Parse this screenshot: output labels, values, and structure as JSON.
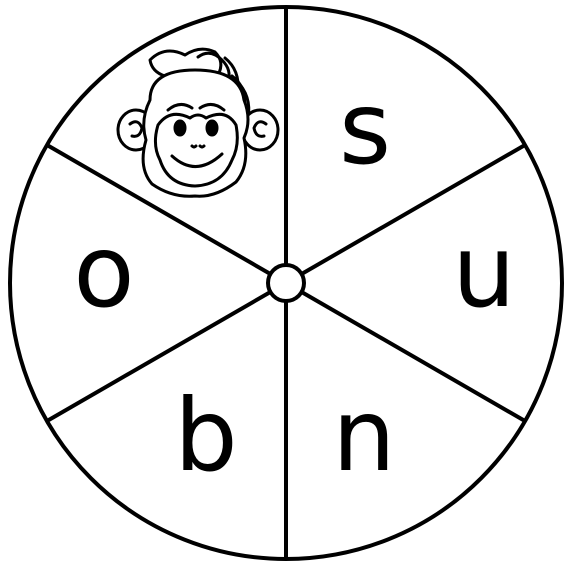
{
  "spinner": {
    "sections": [
      {
        "id": "monkey",
        "content_type": "icon",
        "icon": "monkey-face-icon"
      },
      {
        "id": "s",
        "content_type": "letter",
        "letter": "s"
      },
      {
        "id": "u",
        "content_type": "letter",
        "letter": "u"
      },
      {
        "id": "n",
        "content_type": "letter",
        "letter": "n"
      },
      {
        "id": "b",
        "content_type": "letter",
        "letter": "b"
      },
      {
        "id": "o",
        "content_type": "letter",
        "letter": "o"
      }
    ],
    "colors": {
      "line": "#000000",
      "fill": "#ffffff"
    }
  }
}
